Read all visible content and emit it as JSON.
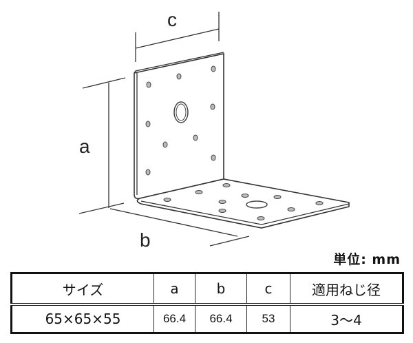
{
  "diagram": {
    "labels": {
      "a": "a",
      "b": "b",
      "c": "c"
    }
  },
  "unit_label": "単位: mm",
  "table": {
    "headers": [
      "サイズ",
      "a",
      "b",
      "c",
      "適用ねじ径"
    ],
    "rows": [
      [
        "65×65×55",
        "66.4",
        "66.4",
        "53",
        "3～4"
      ]
    ]
  }
}
